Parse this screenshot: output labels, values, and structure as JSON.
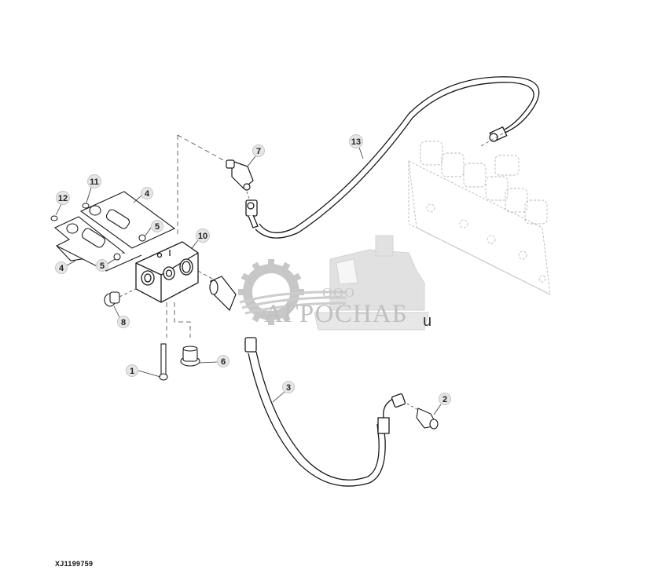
{
  "figure": {
    "id": "XJ1199759"
  },
  "watermark": {
    "prefix": "ООО",
    "brand": "АГРОСНАБ",
    "suffix": "u"
  },
  "callouts": [
    {
      "label": "1"
    },
    {
      "label": "2"
    },
    {
      "label": "3"
    },
    {
      "label": "4"
    },
    {
      "label": "4"
    },
    {
      "label": "5"
    },
    {
      "label": "5"
    },
    {
      "label": "6"
    },
    {
      "label": "7"
    },
    {
      "label": "8"
    },
    {
      "label": "10"
    },
    {
      "label": "11"
    },
    {
      "label": "12"
    },
    {
      "label": "13"
    }
  ],
  "colors": {
    "line": "#1a1a1a",
    "ghost": "#b5b5b5",
    "callout_fill": "#e6e6e6",
    "watermark": "#9a9a9a"
  }
}
